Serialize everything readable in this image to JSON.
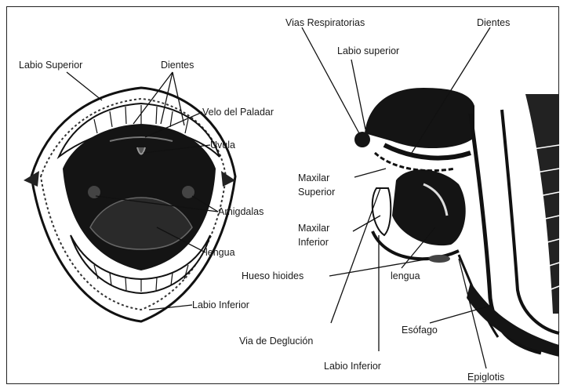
{
  "labels": {
    "labio_superior_left": "Labio Superior",
    "dientes_left": "Dientes",
    "velo_del_paladar": "Velo del Paladar",
    "uvula": "Uvula",
    "amigdalas": "Amigdalas",
    "lengua_left": "lengua",
    "labio_inferior_left": "Labio Inferior",
    "vias_respiratorias": "Vias Respiratorias",
    "dientes_right": "Dientes",
    "labio_superior_right": "Labio superior",
    "maxilar_superior_1": "Maxilar",
    "maxilar_superior_2": "Superior",
    "maxilar_inferior_1": "Maxilar",
    "maxilar_inferior_2": "Inferior",
    "hueso_hioides": "Hueso hioides",
    "lengua_right": "lengua",
    "via_de_deglucion": "Via  de Deglución",
    "esofago": "Esófago",
    "labio_inferior_right": "Labio Inferior",
    "epiglotis": "Epiglotis"
  },
  "colors": {
    "ink": "#1a1a1a",
    "fill": "#141414",
    "paper": "#ffffff"
  }
}
